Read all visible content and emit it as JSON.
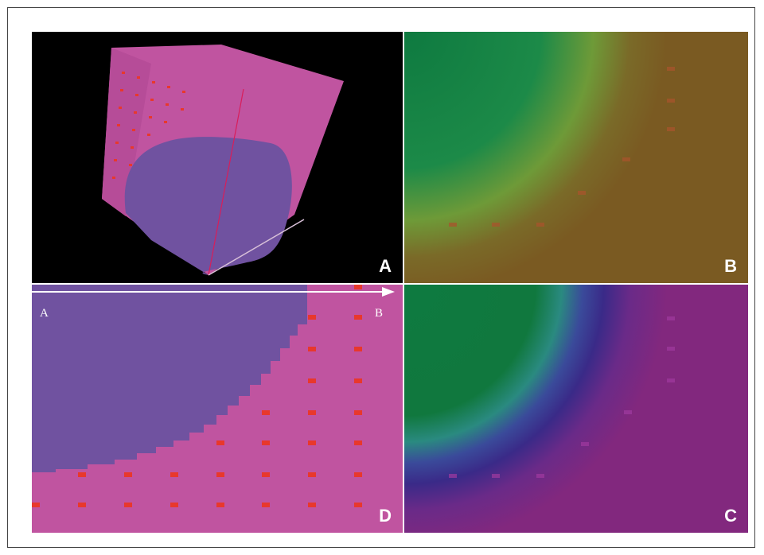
{
  "figure": {
    "panels": {
      "a": {
        "letter": "A"
      },
      "b": {
        "letter": "B"
      },
      "c": {
        "letter": "C"
      },
      "d": {
        "letter": "D",
        "arrow_start_label": "A",
        "arrow_end_label": "B"
      }
    },
    "colors": {
      "background_black": "#000000",
      "cube_face": "#c054a0",
      "inclusion": "#7052a0",
      "particles": "#e8382c",
      "field_green": "#0e7a40",
      "field_brown": "#7a5a22",
      "field_purple": "#82287e",
      "field_blue": "#3a2a88",
      "arrow": "#ffffff"
    }
  }
}
